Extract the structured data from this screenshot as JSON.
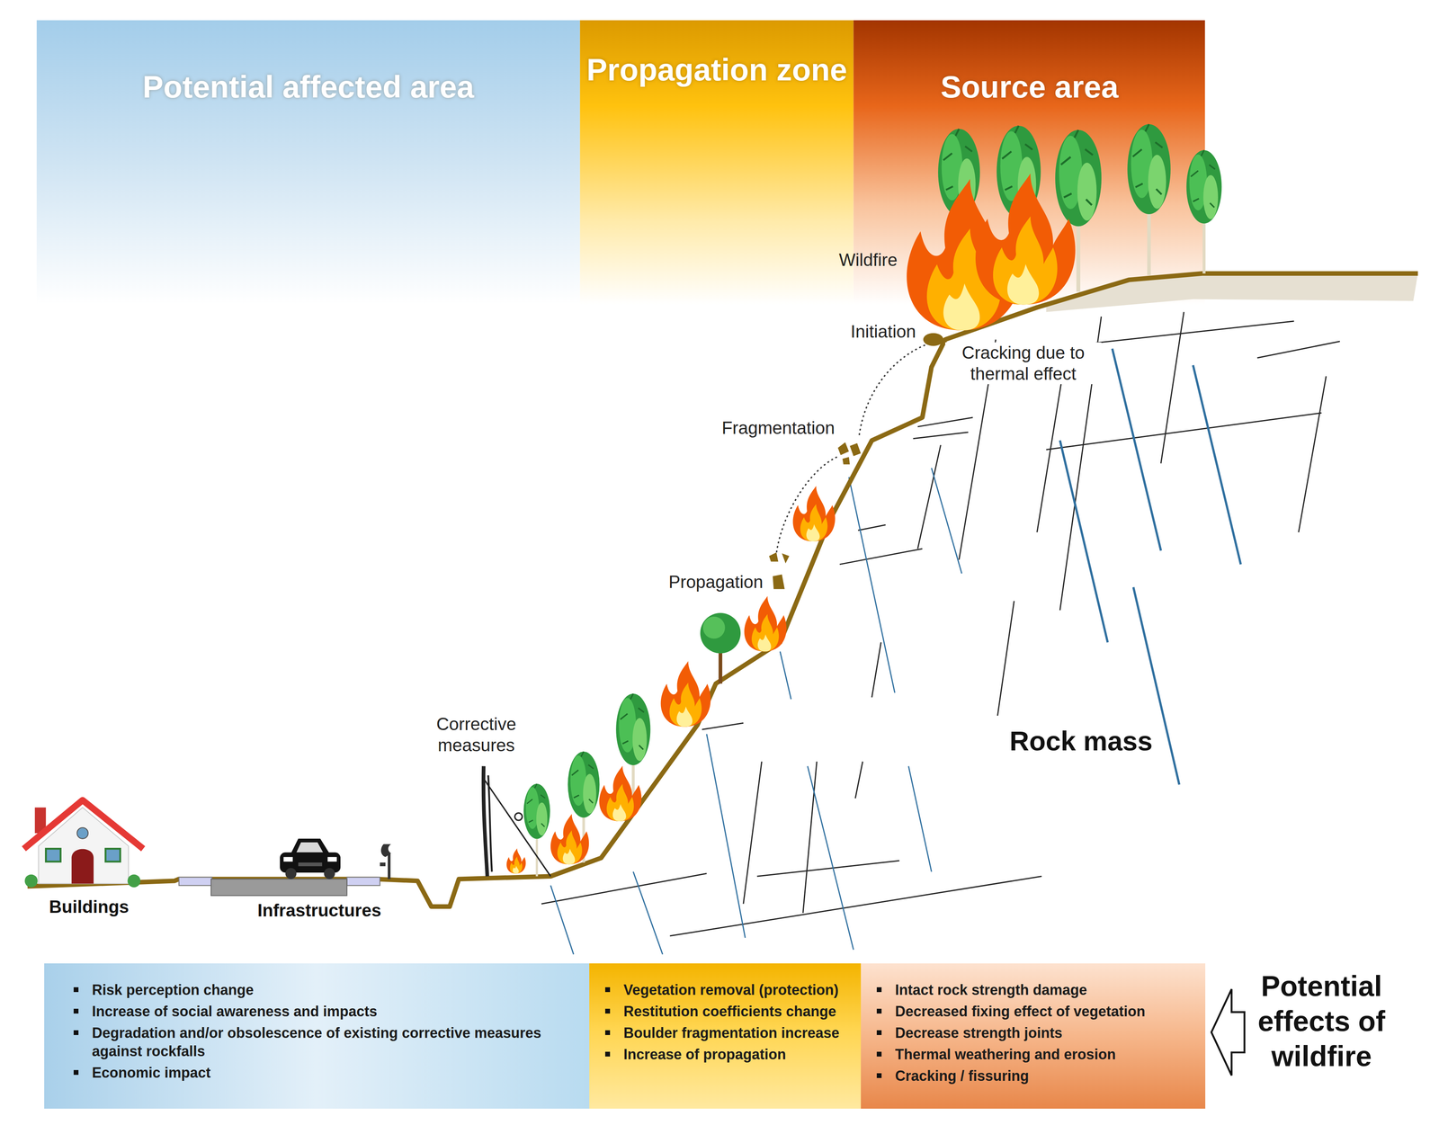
{
  "diagram": {
    "nodes": [
      {
        "text": [
          "Potential affected area"
        ]
      },
      {
        "text": [
          "Propagation zone"
        ]
      },
      {
        "text": [
          "Source area"
        ]
      },
      {
        "text": [
          "Risk perception change",
          "Increase of social awareness and impacts",
          "Degradation and/or obsolescence of existing corrective measures against rockfalls",
          "Economic impact"
        ]
      },
      {
        "text": [
          "Vegetation removal (protection)",
          "Restitution coefficients change",
          "Boulder fragmentation increase",
          "Increase of propagation"
        ]
      },
      {
        "text": [
          "Intact rock strength damage",
          "Decreased fixing effect of vegetation",
          "Decrease strength joints",
          "Thermal weathering and erosion",
          "Cracking / fissuring"
        ]
      }
    ],
    "labels": [
      "Wildfire",
      "Initiation",
      "Cracking due to thermal effect",
      "Fragmentation",
      "Propagation",
      "Corrective measures",
      "Rock mass",
      "Buildings",
      "Infrastructures",
      "Potential effects of wildfire"
    ]
  }
}
